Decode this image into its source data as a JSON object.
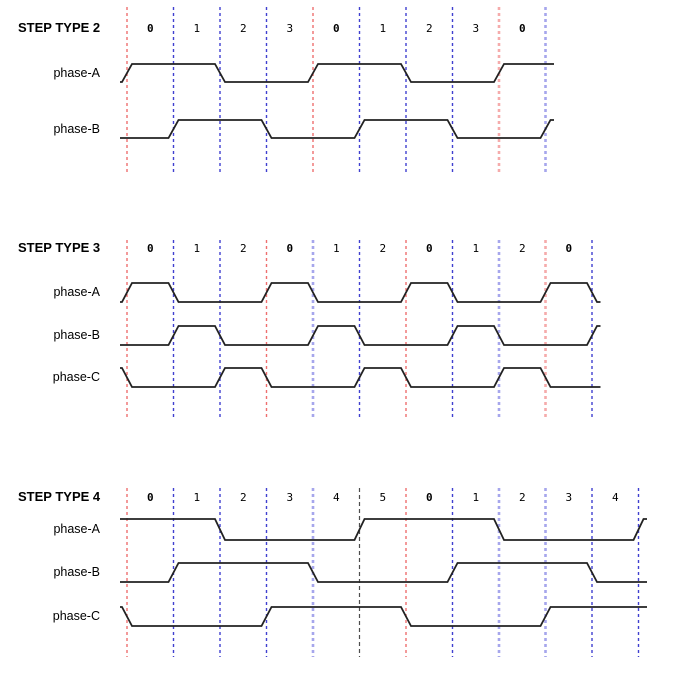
{
  "diagram": {
    "background": "#ffffff",
    "colors": {
      "waveform": "#222222",
      "text": "#000000",
      "grid_red": "#ee6f6f",
      "grid_red_light": "#f5abab",
      "grid_blue": "#4040cf",
      "grid_blue_light": "#a6a6ec",
      "grid_black": "#4d4d4d"
    },
    "sections": [
      {
        "title": "STEP TYPE 2",
        "steps": [
          {
            "label": "0",
            "bold": true
          },
          {
            "label": "1",
            "bold": false
          },
          {
            "label": "2",
            "bold": false
          },
          {
            "label": "3",
            "bold": false
          },
          {
            "label": "0",
            "bold": true
          },
          {
            "label": "1",
            "bold": false
          },
          {
            "label": "2",
            "bold": false
          },
          {
            "label": "3",
            "bold": false
          },
          {
            "label": "0",
            "bold": true
          }
        ],
        "grid_lines": [
          "red",
          "blue",
          "blue",
          "blue",
          "red",
          "blue",
          "blue",
          "blue",
          "light_red",
          "light_blue"
        ],
        "phases": [
          {
            "label": "phase-A",
            "pre": 0,
            "levels": [
              1,
              1,
              0,
              0,
              1,
              1,
              0,
              0,
              1
            ],
            "post": 1
          },
          {
            "label": "phase-B",
            "pre": 0,
            "levels": [
              0,
              1,
              1,
              0,
              0,
              1,
              1,
              0,
              0
            ],
            "post": 1
          }
        ]
      },
      {
        "title": "STEP TYPE 3",
        "steps": [
          {
            "label": "0",
            "bold": true
          },
          {
            "label": "1",
            "bold": false
          },
          {
            "label": "2",
            "bold": false
          },
          {
            "label": "0",
            "bold": true
          },
          {
            "label": "1",
            "bold": false
          },
          {
            "label": "2",
            "bold": false
          },
          {
            "label": "0",
            "bold": true
          },
          {
            "label": "1",
            "bold": false
          },
          {
            "label": "2",
            "bold": false
          },
          {
            "label": "0",
            "bold": true
          }
        ],
        "grid_lines": [
          "red",
          "blue",
          "blue",
          "red",
          "light_blue",
          "blue",
          "red",
          "blue",
          "light_blue",
          "light_red",
          "blue"
        ],
        "phases": [
          {
            "label": "phase-A",
            "pre": 0,
            "levels": [
              1,
              0,
              0,
              1,
              0,
              0,
              1,
              0,
              0,
              1
            ],
            "post": 0
          },
          {
            "label": "phase-B",
            "pre": 0,
            "levels": [
              0,
              1,
              0,
              0,
              1,
              0,
              0,
              1,
              0,
              0
            ],
            "post": 1
          },
          {
            "label": "phase-C",
            "pre": 1,
            "levels": [
              0,
              0,
              1,
              0,
              0,
              1,
              0,
              0,
              1,
              0
            ],
            "post": 0
          }
        ]
      },
      {
        "title": "STEP TYPE 4",
        "steps": [
          {
            "label": "0",
            "bold": true
          },
          {
            "label": "1",
            "bold": false
          },
          {
            "label": "2",
            "bold": false
          },
          {
            "label": "3",
            "bold": false
          },
          {
            "label": "4",
            "bold": false
          },
          {
            "label": "5",
            "bold": false
          },
          {
            "label": "0",
            "bold": true
          },
          {
            "label": "1",
            "bold": false
          },
          {
            "label": "2",
            "bold": false
          },
          {
            "label": "3",
            "bold": false
          },
          {
            "label": "4",
            "bold": false
          }
        ],
        "grid_lines": [
          "red",
          "blue",
          "blue",
          "blue",
          "light_blue",
          "black",
          "red",
          "blue",
          "light_blue",
          "light_blue",
          "blue",
          "blue"
        ],
        "phases": [
          {
            "label": "phase-A",
            "pre": 1,
            "levels": [
              1,
              1,
              0,
              0,
              0,
              1,
              1,
              1,
              0,
              0,
              0
            ],
            "post": 1
          },
          {
            "label": "phase-B",
            "pre": 0,
            "levels": [
              0,
              1,
              1,
              1,
              0,
              0,
              0,
              1,
              1,
              1,
              0
            ],
            "post": 0
          },
          {
            "label": "phase-C",
            "pre": 1,
            "levels": [
              0,
              0,
              0,
              1,
              1,
              1,
              0,
              0,
              0,
              1,
              1
            ],
            "post": 1
          }
        ]
      }
    ]
  }
}
